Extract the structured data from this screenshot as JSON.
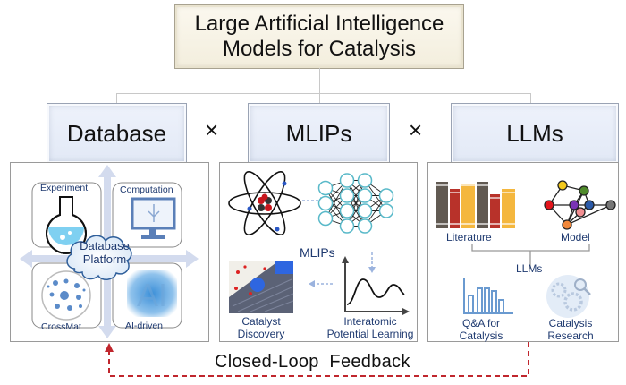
{
  "title": {
    "line1": "Large Artificial Intelligence",
    "line2": "Models for Catalysis"
  },
  "operator_symbol": "×",
  "columns": [
    {
      "heading": "Database",
      "center_label": {
        "line1": "Database",
        "line2": "Platform"
      },
      "quadrants": [
        "Experiment",
        "Computation",
        "CrossMat",
        "AI-driven"
      ],
      "ai_watermark": "AI"
    },
    {
      "heading": "MLIPs",
      "center_label": "MLIPs",
      "steps": [
        {
          "line1": "Catalyst",
          "line2": "Discovery"
        },
        {
          "line1": "Interatomic",
          "line2": "Potential Learning"
        }
      ]
    },
    {
      "heading": "LLMs",
      "inputs": [
        "Literature",
        "Model"
      ],
      "center_label": "LLMs",
      "outputs": [
        {
          "line1": "Q&A for",
          "line2": "Catalysis"
        },
        {
          "line1": "Catalysis",
          "line2": "Research"
        }
      ]
    }
  ],
  "feedback_label": "Closed-Loop  Feedback",
  "colors": {
    "feedback_arrow": "#c0262d",
    "label_text": "#1f3a70",
    "header_fill": "#e6ecf7",
    "title_fill": "#f6f2e4",
    "book_gray": "#615a52",
    "book_red": "#b8322a",
    "book_yellow": "#f4b73e"
  }
}
